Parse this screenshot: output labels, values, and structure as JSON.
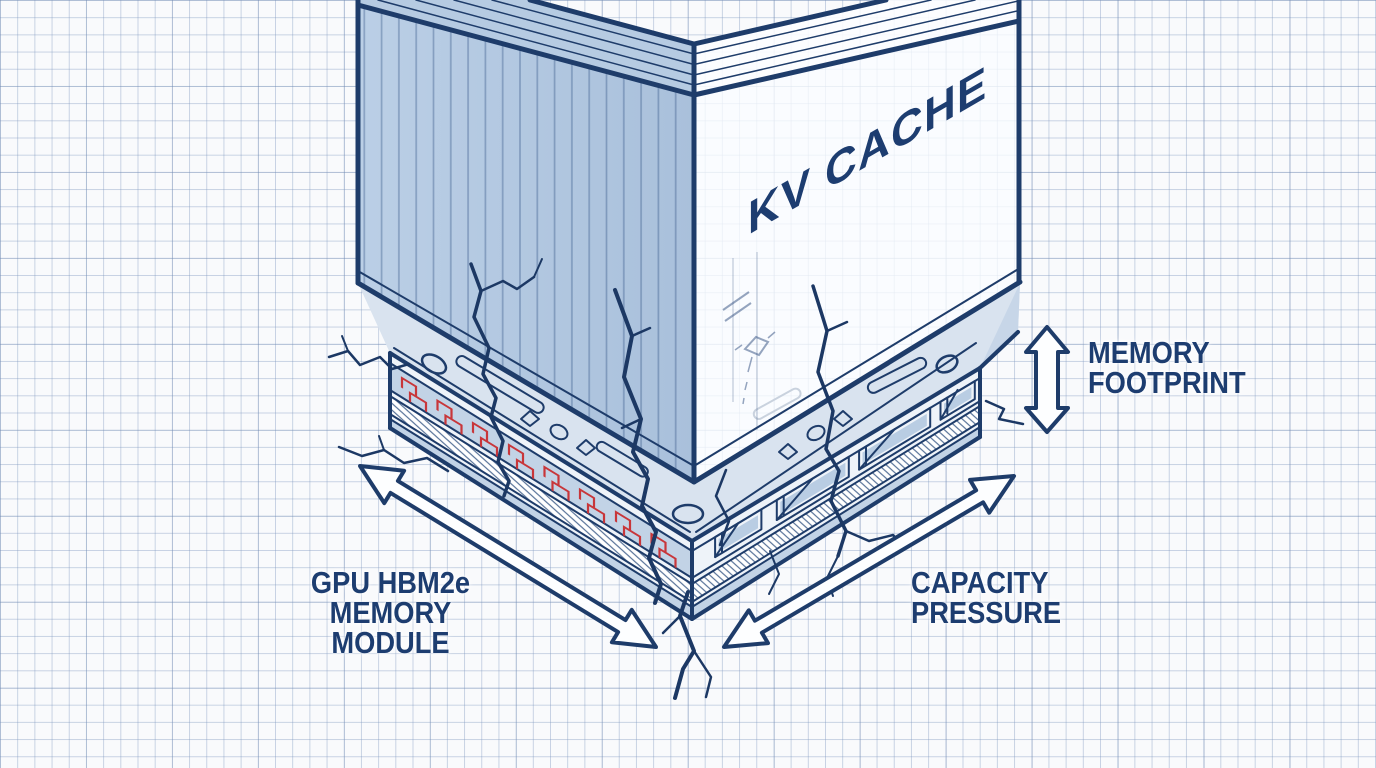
{
  "labels": {
    "kv_cache": "KV CACHE",
    "memory_footprint": {
      "lines": [
        "MEMORY",
        "FOOTPRINT"
      ]
    },
    "gpu_module": {
      "lines": [
        "GPU HBM2e",
        "MEMORY",
        "MODULE"
      ]
    },
    "capacity_pressure": {
      "lines": [
        "CAPACITY",
        "PRESSURE"
      ]
    }
  },
  "icons": {
    "memory_footprint_arrow": "double-arrow-vertical",
    "module_span_arrow": "double-arrow-diagonal-left",
    "capacity_pressure_arrow": "double-arrow-diagonal-right"
  },
  "colors": {
    "ink_navy": "#1e3c6a",
    "text_navy": "#1d3d70",
    "face_blue": "#b6cbe2",
    "module_blue": "#c2d3e6",
    "trace_red": "#c8363a",
    "grid_line": "#b5c3d6",
    "paper": "#f9fafc"
  }
}
